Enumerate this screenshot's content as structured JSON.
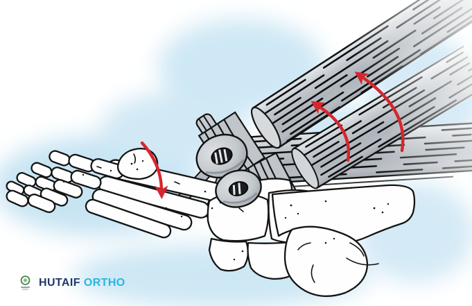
{
  "page": {
    "background_color": "#ffffff",
    "halo_color": "#c7e4f3"
  },
  "logo": {
    "icon": "hutaif-emblem-icon",
    "text_primary": "HUTAIF",
    "text_secondary": "ORTHO",
    "primary_color": "#21386b",
    "secondary_color": "#27b7e0"
  },
  "illustration": {
    "description": "Side view of a foot skeleton with leg muscles drawn as striated cylinders anchored by two pulley discs above the ankle; red arrows show the forefoot dropping and the muscle bundles pulling upward",
    "outline_color": "#131313",
    "bone_fill": "#fefefe",
    "muscle_fill": "#b4bac0",
    "arrow_color": "#d8252e",
    "arrows": [
      {
        "name": "forefoot-drop-arrow"
      },
      {
        "name": "muscle-pull-arrow-left"
      },
      {
        "name": "muscle-pull-arrow-right"
      }
    ]
  }
}
